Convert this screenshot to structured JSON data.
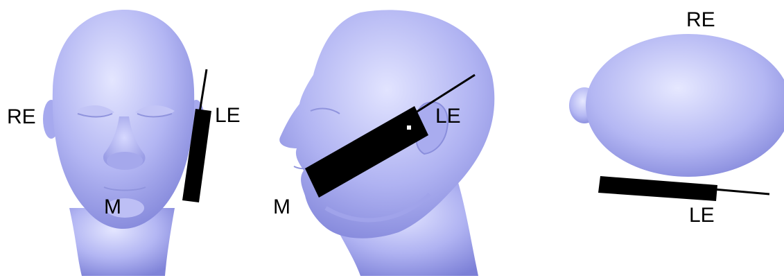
{
  "views": {
    "front": {
      "labels": {
        "right_ear": "RE",
        "left_ear": "LE",
        "mouth": "M"
      }
    },
    "side": {
      "labels": {
        "left_ear": "LE",
        "mouth": "M"
      }
    },
    "top": {
      "labels": {
        "right_ear": "RE",
        "left_ear": "LE"
      }
    }
  },
  "colors": {
    "head_light": "#dfe1ff",
    "head_mid": "#aeb1f1",
    "head_dark": "#7b7fd6",
    "phone": "#000000",
    "antenna": "#000000",
    "label": "#000000"
  },
  "icons": {
    "front": "head-front-icon",
    "side": "head-side-icon",
    "top": "head-top-icon",
    "phone": "phone-icon"
  }
}
